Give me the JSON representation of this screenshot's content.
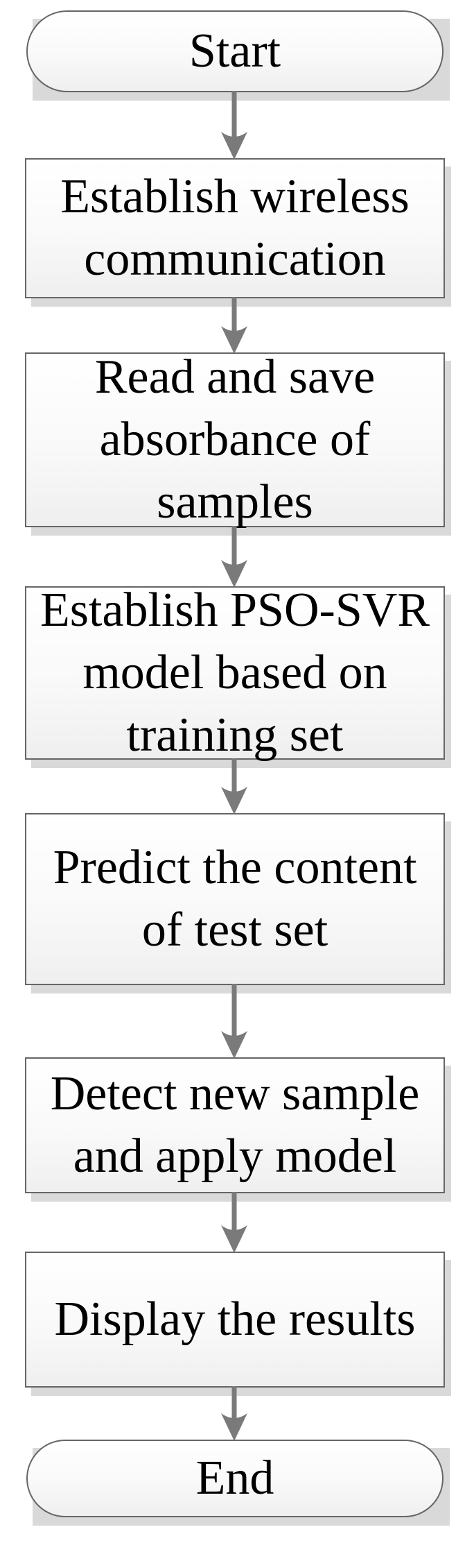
{
  "flowchart": {
    "nodes": [
      {
        "id": "start",
        "type": "terminator",
        "label": "Start"
      },
      {
        "id": "establish-wireless",
        "type": "process",
        "label": "Establish wireless communication"
      },
      {
        "id": "read-save-absorbance",
        "type": "process",
        "label": "Read and save absorbance of samples"
      },
      {
        "id": "establish-pso-svr",
        "type": "process",
        "label": "Establish PSO-SVR model based on training set"
      },
      {
        "id": "predict-test-set",
        "type": "process",
        "label": "Predict the content of test set"
      },
      {
        "id": "detect-new-sample",
        "type": "process",
        "label": "Detect new sample and apply model"
      },
      {
        "id": "display-results",
        "type": "process",
        "label": "Display the results"
      },
      {
        "id": "end",
        "type": "terminator",
        "label": "End"
      }
    ],
    "edges": [
      {
        "from": 0,
        "to": 1
      },
      {
        "from": 1,
        "to": 2
      },
      {
        "from": 2,
        "to": 3
      },
      {
        "from": 3,
        "to": 4
      },
      {
        "from": 4,
        "to": 5
      },
      {
        "from": 5,
        "to": 6
      },
      {
        "from": 6,
        "to": 7
      }
    ]
  },
  "colors": {
    "background": "#ffffff",
    "node_border": "#666666",
    "node_fill_top": "#ffffff",
    "node_fill_bottom": "#efefef",
    "node_shadow": "#d9d9d9",
    "arrow": "#7a7a7a",
    "text": "#000000"
  }
}
